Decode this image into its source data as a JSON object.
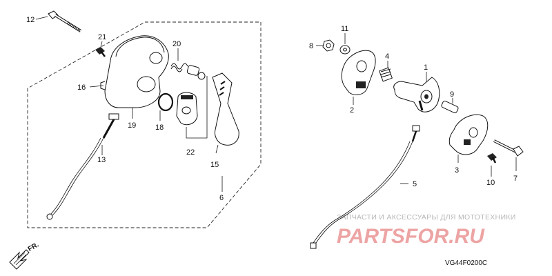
{
  "callouts": {
    "c1": "1",
    "c2": "2",
    "c3": "3",
    "c4": "4",
    "c5": "5",
    "c6": "6",
    "c7": "7",
    "c8": "8",
    "c9": "9",
    "c10": "10",
    "c11": "11",
    "c12": "12",
    "c13": "13",
    "c15": "15",
    "c16": "16",
    "c18": "18",
    "c19": "19",
    "c20": "20",
    "c21": "21",
    "c22": "22"
  },
  "watermark": {
    "tagline": "ЗАПЧАСТИ И АКСЕССУАРЫ ДЛЯ МОТОТЕХНИКИ",
    "logo": "PARTSFOR.RU"
  },
  "diagram_code": "VG44F0200C",
  "front_marker": "FR."
}
